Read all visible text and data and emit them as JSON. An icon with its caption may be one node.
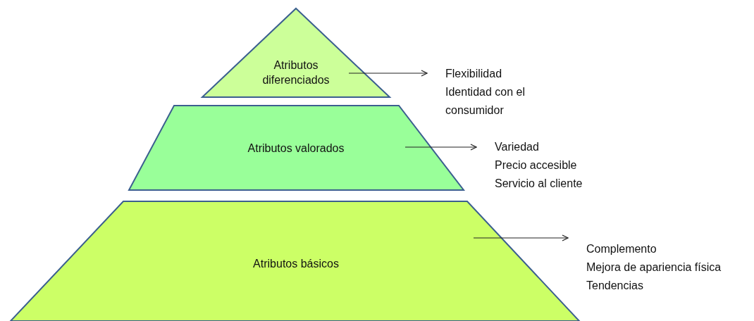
{
  "diagram": {
    "nodes": [
      {
        "text": [
          "Atributos diferenciados"
        ]
      },
      {
        "text": [
          "Flexibilidad",
          "Identidad con el consumidor"
        ]
      },
      {
        "text": [
          "Atributos valorados"
        ]
      },
      {
        "text": [
          "Variedad",
          "Precio accesible",
          "Servicio al cliente"
        ]
      },
      {
        "text": [
          "Atributos básicos"
        ]
      },
      {
        "text": [
          "Complemento",
          "Mejora de apariencia física",
          "Tendencias"
        ]
      }
    ],
    "edges": [
      {
        "from": 0,
        "to": 1,
        "arrow": "to"
      },
      {
        "from": 2,
        "to": 3,
        "arrow": "to"
      },
      {
        "from": 4,
        "to": 5,
        "arrow": "to"
      }
    ]
  }
}
